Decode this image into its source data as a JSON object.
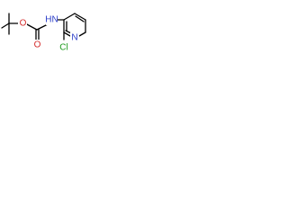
{
  "molecule": {
    "atoms": {
      "ester_oxygen": "O",
      "carbonyl_oxygen": "O",
      "amide_nitrogen": "HN",
      "ring_nitrogen": "N",
      "chlorine": "Cl"
    },
    "colors": {
      "bond": "#000000",
      "oxygen": "#d42a2a",
      "nitrogen": "#2a3cc8",
      "chlorine": "#1a9a1a"
    }
  }
}
